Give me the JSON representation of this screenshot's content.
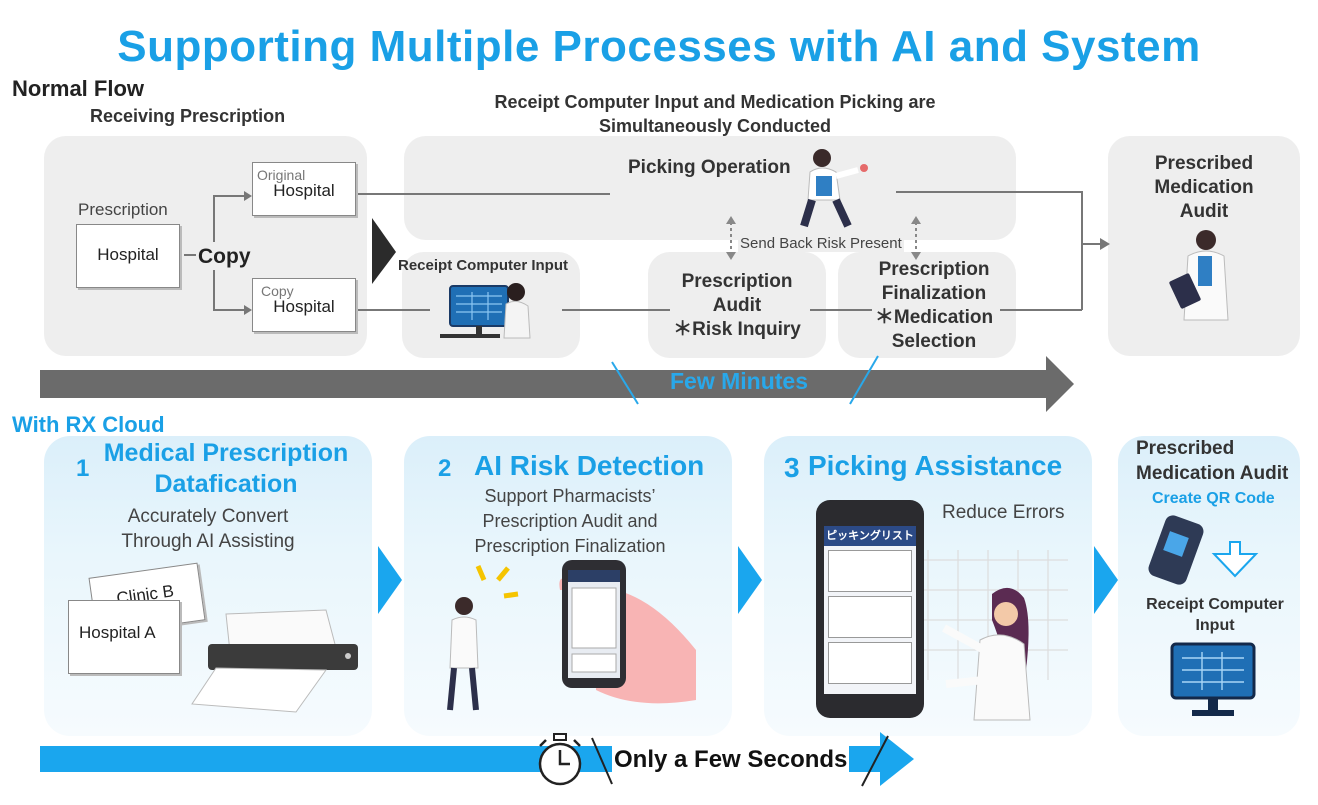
{
  "title": "Supporting Multiple Processes with AI and System",
  "normal_flow": {
    "heading": "Normal Flow",
    "receiving_label": "Receiving Prescription",
    "simultaneous_label_1": "Receipt Computer Input and Medication Picking are",
    "simultaneous_label_2": "Simultaneously Conducted",
    "prescription_label": "Prescription",
    "hospital_doc": "Hospital",
    "copy_label": "Copy",
    "original_tag": "Original",
    "original_doc": "Hospital",
    "copy_tag": "Copy",
    "copy_doc": "Hospital",
    "picking_operation": "Picking Operation",
    "send_back": "Send Back Risk Present",
    "receipt_input": "Receipt Computer Input",
    "audit_1": "Prescription",
    "audit_2": "Audit",
    "audit_3": "＊Risk Inquiry",
    "final_1": "Prescription",
    "final_2": "Finalization",
    "final_3": "＊Medication",
    "final_4": "Selection",
    "med_audit_1": "Prescribed",
    "med_audit_2": "Medication",
    "med_audit_3": "Audit",
    "time_label": "Few Minutes"
  },
  "rx_cloud": {
    "heading": "With RX Cloud",
    "step1_num": "1",
    "step1_title_1": "Medical Prescription",
    "step1_title_2": "Datafication",
    "step1_desc_1": "Accurately Convert",
    "step1_desc_2": "Through AI Assisting",
    "clinic_b": "Clinic B",
    "hospital_a": "Hospital A",
    "step2_num": "2",
    "step2_title": "AI Risk Detection",
    "step2_desc_1": "Support Pharmacists’",
    "step2_desc_2": "Prescription Audit and",
    "step2_desc_3": "Prescription  Finalization",
    "step3_num": "3",
    "step3_title": "Picking Assistance",
    "step3_desc": "Reduce Errors",
    "phone_header": "ピッキングリスト",
    "audit_title_1": "Prescribed",
    "audit_title_2": "Medication Audit",
    "qr_label": "Create QR Code",
    "receipt_1": "Receipt Computer",
    "receipt_2": "Input",
    "time_label": "Only a Few Seconds"
  },
  "colors": {
    "accent": "#1aa0e6",
    "grey_box": "#eeeeee",
    "arrow_grey": "#6b6b6b",
    "arrow_blue": "#1aa6ee"
  }
}
